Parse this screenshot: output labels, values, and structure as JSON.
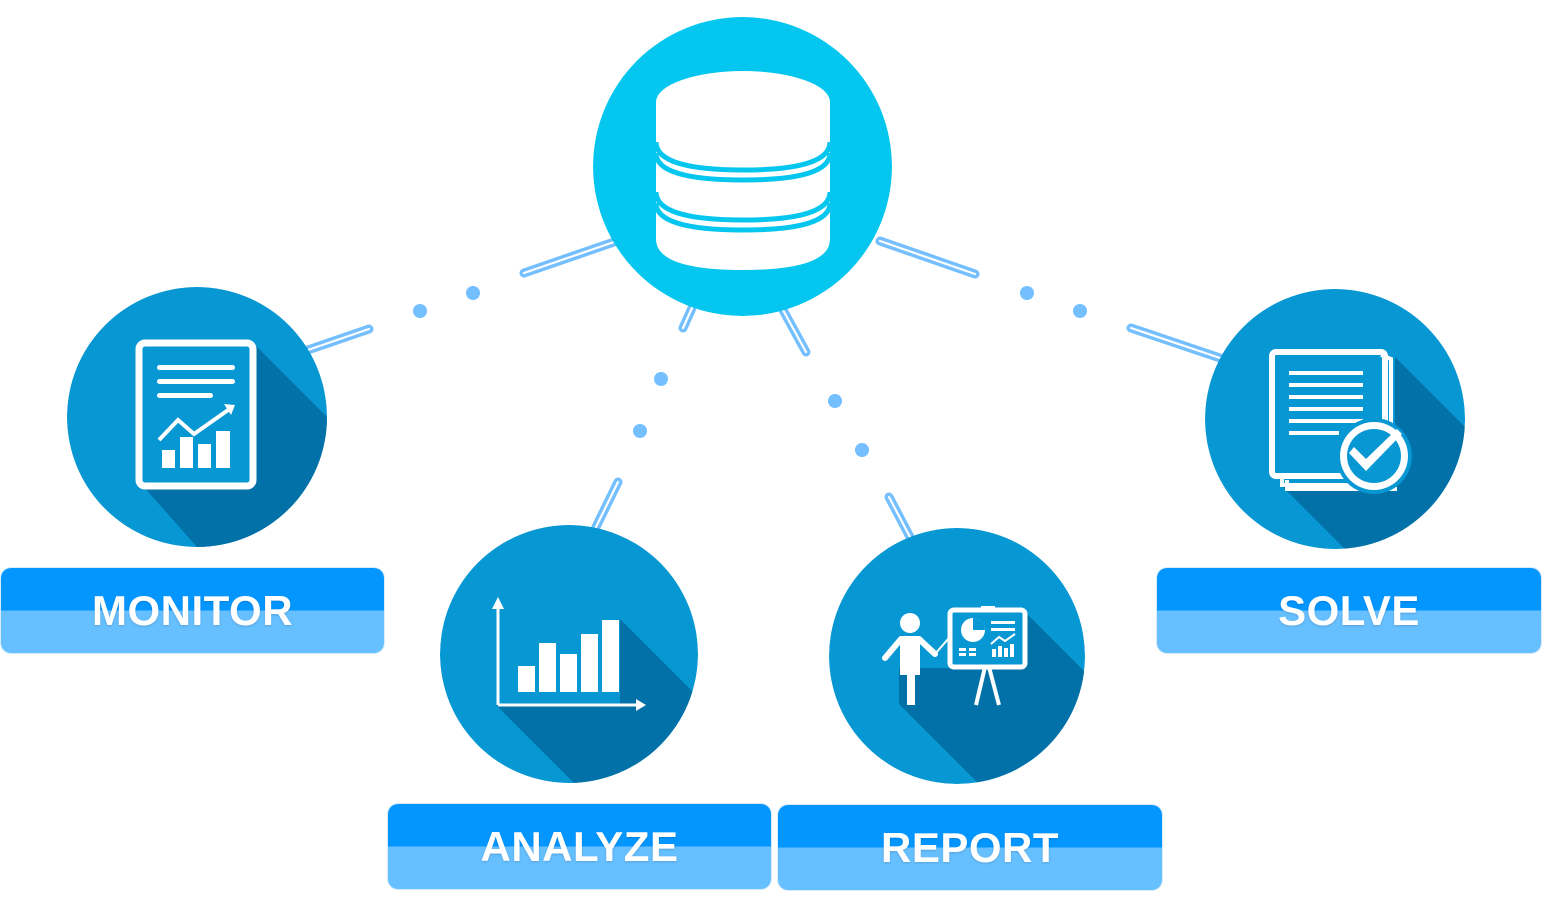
{
  "steps": {
    "monitor": {
      "label": "MONITOR",
      "icon": "report-chart-document-icon"
    },
    "analyze": {
      "label": "ANALYZE",
      "icon": "bar-chart-icon"
    },
    "report": {
      "label": "REPORT",
      "icon": "presentation-icon"
    },
    "solve": {
      "label": "SOLVE",
      "icon": "approved-document-icon"
    }
  },
  "hub": {
    "icon": "database-icon"
  },
  "colors": {
    "hub": "#05c6ef",
    "node": "#0797d3",
    "node_shadow": "#0271a8",
    "label_top": "#0496ff",
    "label_bottom": "#66bfff",
    "connector": "#74bfff",
    "icon": "#ffffff"
  }
}
